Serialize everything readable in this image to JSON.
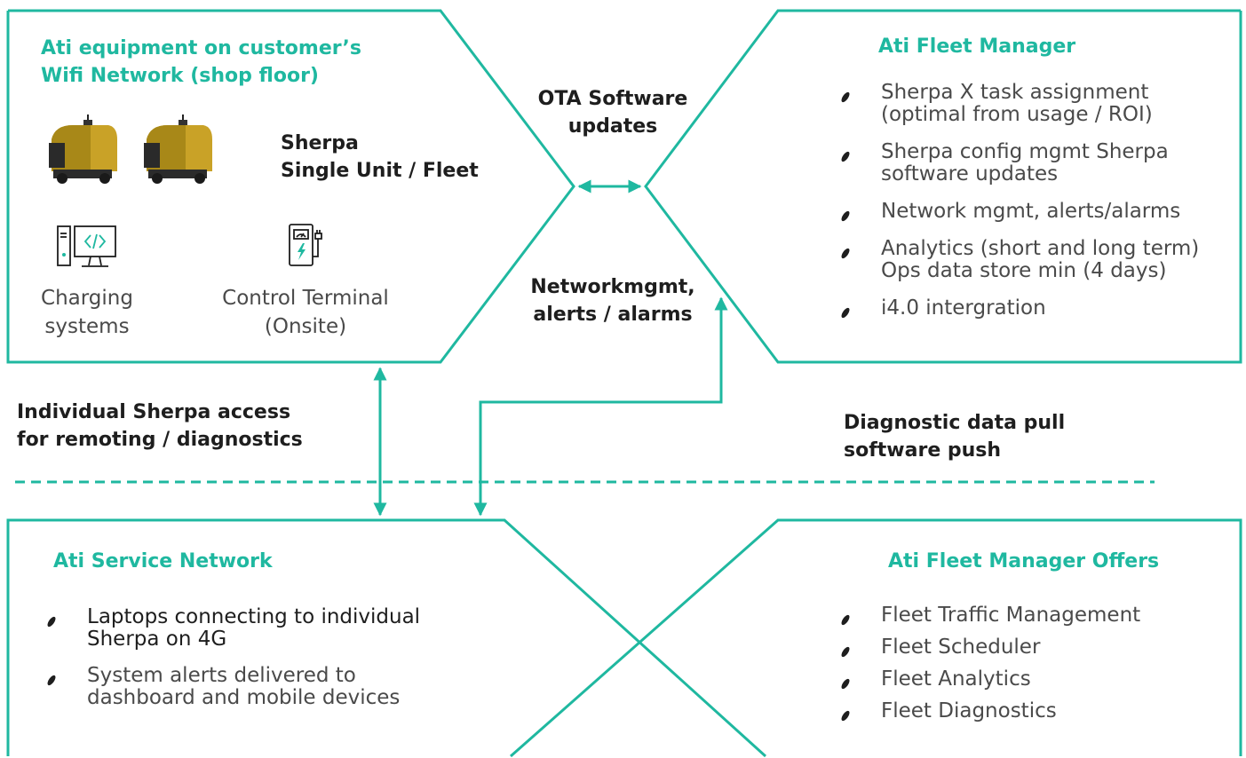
{
  "top_left": {
    "title_line1": "Ati equipment on customer’s",
    "title_line2": "Wifi Network (shop floor)",
    "sherpa_line1": "Sherpa",
    "sherpa_line2": "Single Unit / Fleet",
    "charging_line1": "Charging",
    "charging_line2": "systems",
    "terminal_line1": "Control Terminal",
    "terminal_line2": "(Onsite)"
  },
  "top_right": {
    "title": "Ati Fleet Manager",
    "items": [
      {
        "line1": "Sherpa X task assignment",
        "line2": "(optimal from  usage / ROI)"
      },
      {
        "line1": "Sherpa config mgmt Sherpa",
        "line2": "software updates"
      },
      {
        "line1": "Network mgmt, alerts/alarms",
        "line2": ""
      },
      {
        "line1": "Analytics (short and long term)",
        "line2": "Ops data store min (4 days)"
      },
      {
        "line1": "i4.0 intergration",
        "line2": ""
      }
    ]
  },
  "middle": {
    "ota_line1": "OTA Software",
    "ota_line2": "updates",
    "net_line1": "Networkmgmt,",
    "net_line2": "alerts / alarms",
    "individual_line1": "Individual Sherpa access",
    "individual_line2": "for remoting / diagnostics",
    "diag_line1": "Diagnostic data pull",
    "diag_line2": "software push"
  },
  "bottom_left": {
    "title": "Ati Service Network",
    "items": [
      {
        "line1": "Laptops connecting to individual",
        "line2": "Sherpa on 4G"
      },
      {
        "line1": "System alerts delivered to",
        "line2": "dashboard and mobile devices"
      }
    ]
  },
  "bottom_right": {
    "title": "Ati Fleet Manager Offers",
    "items": [
      "Fleet Traffic Management",
      "Fleet Scheduler",
      "Fleet Analytics",
      "Fleet Diagnostics"
    ]
  },
  "colors": {
    "accent": "#1fb8a0",
    "text": "#1e1e1e",
    "muted": "#4a4a4a",
    "robot": "#c9a227"
  },
  "icons": [
    "robot-icon",
    "computer-icon",
    "charging-terminal-icon",
    "arrow-icon"
  ]
}
